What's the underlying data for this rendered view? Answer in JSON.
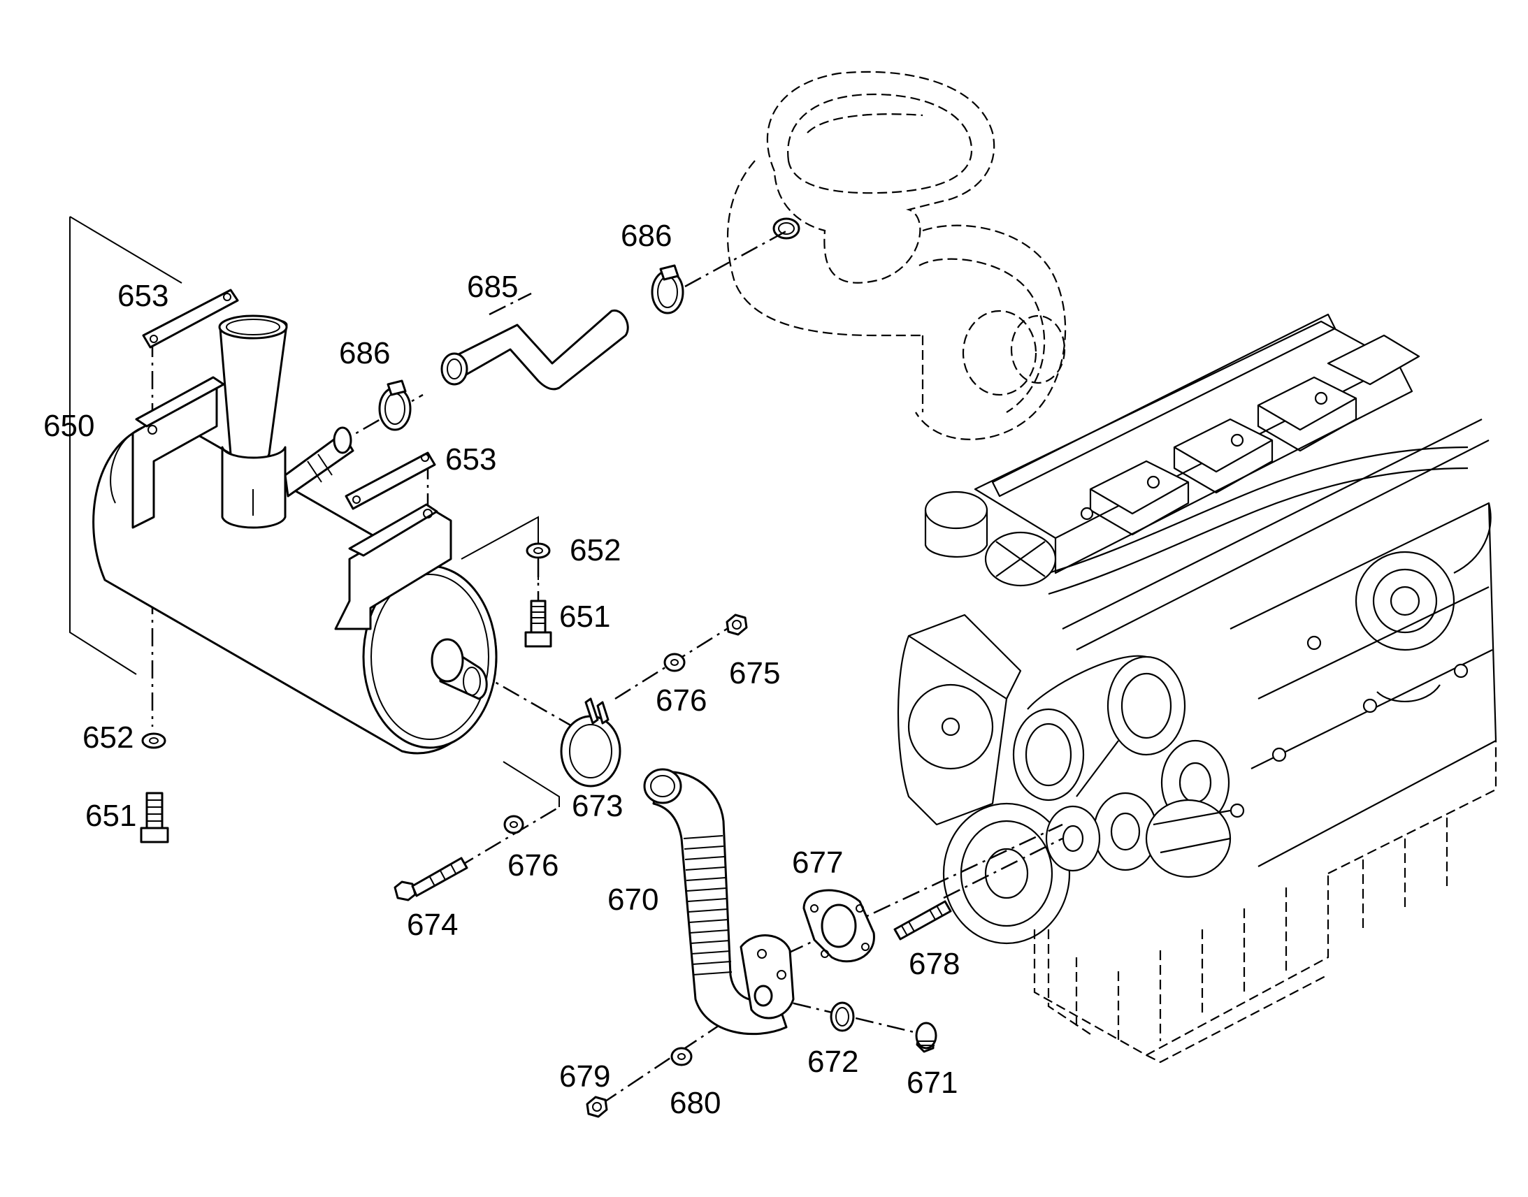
{
  "labels": {
    "p650": "650",
    "p651a": "651",
    "p651b": "651",
    "p652a": "652",
    "p652b": "652",
    "p653a": "653",
    "p653b": "653",
    "p670": "670",
    "p671": "671",
    "p672": "672",
    "p673": "673",
    "p674": "674",
    "p675": "675",
    "p676a": "676",
    "p676b": "676",
    "p677": "677",
    "p678": "678",
    "p679": "679",
    "p680": "680",
    "p685": "685",
    "p686a": "686",
    "p686b": "686"
  }
}
